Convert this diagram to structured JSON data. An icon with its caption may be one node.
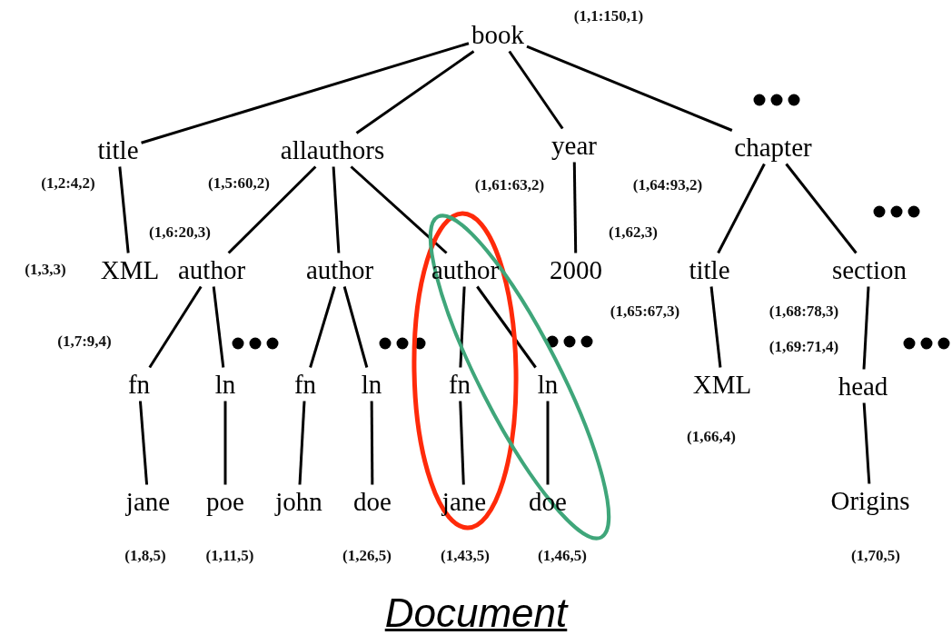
{
  "diagram": {
    "caption": "Document",
    "nodes": [
      {
        "text": [
          "book"
        ],
        "beside": [
          "(1,1:150,1)"
        ]
      },
      {
        "text": [
          "title"
        ],
        "beside": [
          "(1,2:4,2)"
        ]
      },
      {
        "text": [
          "allauthors"
        ],
        "beside": [
          "(1,5:60,2)"
        ]
      },
      {
        "text": [
          "year"
        ],
        "beside": [
          "(1,61:63,2)"
        ]
      },
      {
        "text": [
          "chapter"
        ],
        "beside": [
          "(1,64:93,2)"
        ]
      },
      {
        "text": [
          "XML"
        ],
        "beside": [
          "(1,3,3)"
        ]
      },
      {
        "text": [
          "author"
        ],
        "beside": [
          "(1,6:20,3)"
        ]
      },
      {
        "text": [
          "author"
        ]
      },
      {
        "text": [
          "author"
        ]
      },
      {
        "text": [
          "2000"
        ],
        "beside": [
          "(1,62,3)"
        ]
      },
      {
        "text": [
          "title"
        ],
        "beside": [
          "(1,65:67,3)"
        ]
      },
      {
        "text": [
          "section"
        ],
        "beside": [
          "(1,68:78,3)"
        ]
      },
      {
        "text": [
          "fn"
        ],
        "beside": [
          "(1,7:9,4)"
        ]
      },
      {
        "text": [
          "ln"
        ]
      },
      {
        "text": [
          "fn"
        ]
      },
      {
        "text": [
          "ln"
        ]
      },
      {
        "text": [
          "fn"
        ]
      },
      {
        "text": [
          "ln"
        ]
      },
      {
        "text": [
          "XML"
        ],
        "beside": [
          "(1,66,4)"
        ]
      },
      {
        "text": [
          "head"
        ],
        "beside": [
          "(1,69:71,4)"
        ]
      },
      {
        "text": [
          "jane"
        ],
        "beside": [
          "(1,8,5)"
        ]
      },
      {
        "text": [
          "poe"
        ],
        "beside": [
          "(1,11,5)"
        ]
      },
      {
        "text": [
          "john"
        ]
      },
      {
        "text": [
          "doe"
        ],
        "beside": [
          "(1,26,5)"
        ]
      },
      {
        "text": [
          "jane"
        ],
        "beside": [
          "(1,43,5)"
        ]
      },
      {
        "text": [
          "doe"
        ],
        "beside": [
          "(1,46,5)"
        ]
      },
      {
        "text": [
          "Origins"
        ],
        "beside": [
          "(1,70,5)"
        ]
      }
    ],
    "edges": [
      {
        "from": 0,
        "to": 1,
        "arrow": "none"
      },
      {
        "from": 0,
        "to": 2,
        "arrow": "none"
      },
      {
        "from": 0,
        "to": 3,
        "arrow": "none"
      },
      {
        "from": 0,
        "to": 4,
        "arrow": "none"
      },
      {
        "from": 1,
        "to": 5,
        "arrow": "none"
      },
      {
        "from": 2,
        "to": 6,
        "arrow": "none"
      },
      {
        "from": 2,
        "to": 7,
        "arrow": "none"
      },
      {
        "from": 2,
        "to": 8,
        "arrow": "none"
      },
      {
        "from": 3,
        "to": 9,
        "arrow": "none"
      },
      {
        "from": 4,
        "to": 10,
        "arrow": "none"
      },
      {
        "from": 4,
        "to": 11,
        "arrow": "none"
      },
      {
        "from": 6,
        "to": 12,
        "arrow": "none"
      },
      {
        "from": 6,
        "to": 13,
        "arrow": "none"
      },
      {
        "from": 7,
        "to": 14,
        "arrow": "none"
      },
      {
        "from": 7,
        "to": 15,
        "arrow": "none"
      },
      {
        "from": 8,
        "to": 16,
        "arrow": "none"
      },
      {
        "from": 8,
        "to": 17,
        "arrow": "none"
      },
      {
        "from": 10,
        "to": 18,
        "arrow": "none"
      },
      {
        "from": 11,
        "to": 19,
        "arrow": "none"
      },
      {
        "from": 12,
        "to": 20,
        "arrow": "none"
      },
      {
        "from": 13,
        "to": 21,
        "arrow": "none"
      },
      {
        "from": 14,
        "to": 22,
        "arrow": "none"
      },
      {
        "from": 15,
        "to": 23,
        "arrow": "none"
      },
      {
        "from": 16,
        "to": 24,
        "arrow": "none"
      },
      {
        "from": 17,
        "to": 25,
        "arrow": "none"
      },
      {
        "from": 19,
        "to": 26,
        "arrow": "none"
      }
    ]
  }
}
